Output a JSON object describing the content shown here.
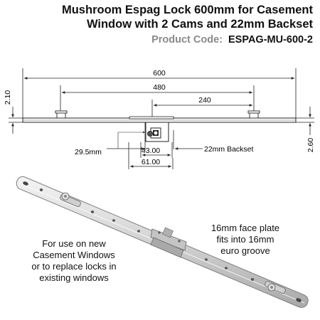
{
  "title": {
    "line1": "Mushroom Espag Lock 600mm for Casement",
    "line2": "Window with 2 Cams and 22mm Backset"
  },
  "product_code": {
    "label": "Product Code:",
    "value": "ESPAG-MU-600-2"
  },
  "dimensions": {
    "overall": "600",
    "cam_spacing": "480",
    "half_spacing": "240",
    "plate_thickness": "2.10",
    "side_height": "2.60",
    "gearbox_offset": "29.5mm",
    "gearbox_inner": "43.00",
    "gearbox_outer": "61.00",
    "backset": "22mm Backset"
  },
  "notes": {
    "left": [
      "For use on new",
      "Casement Windows",
      "or to replace locks in",
      "existing windows"
    ],
    "right": [
      "16mm face plate",
      "fits into 16mm",
      "euro groove"
    ]
  },
  "colors": {
    "line": "#222222",
    "muted": "#8a8a8a"
  }
}
